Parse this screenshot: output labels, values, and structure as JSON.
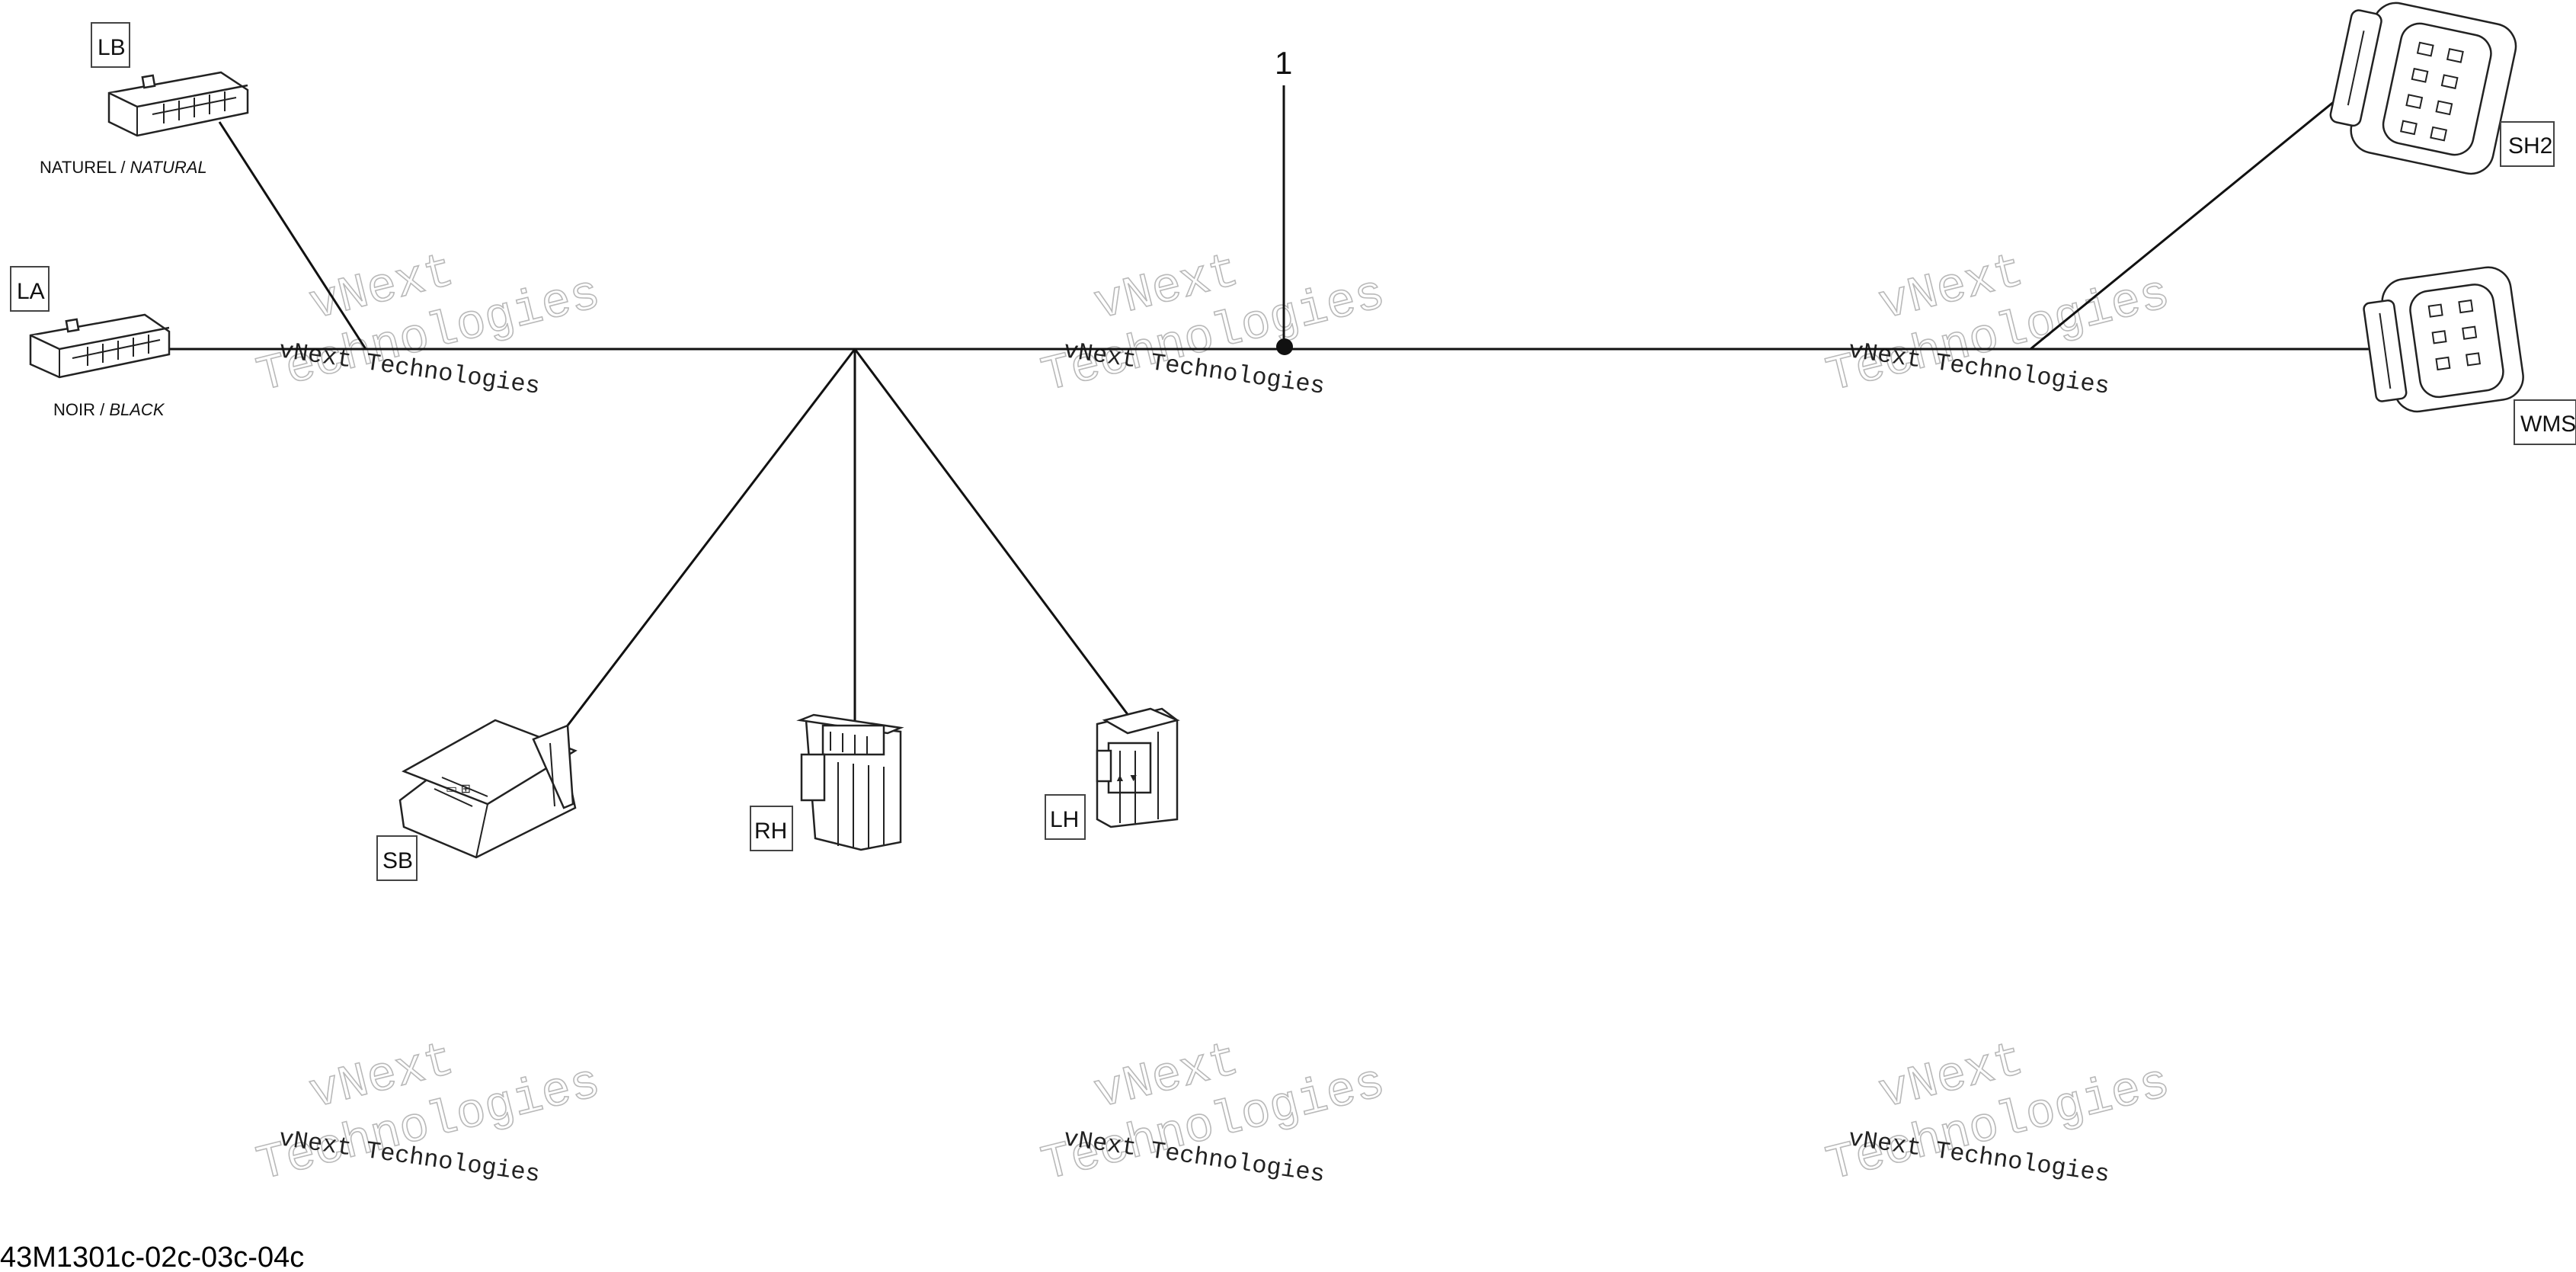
{
  "diagram": {
    "callout": "1",
    "part_number": "43M1301c-02c-03c-04c",
    "connectors": {
      "lb": {
        "label": "LB",
        "subtitle_fr": "NATUREL / ",
        "subtitle_en": "NATURAL"
      },
      "la": {
        "label": "LA",
        "subtitle_fr": "NOIR / ",
        "subtitle_en": "BLACK"
      },
      "sh2": {
        "label": "SH2"
      },
      "wms": {
        "label": "WMS"
      },
      "sb": {
        "label": "SB"
      },
      "rh": {
        "label": "RH"
      },
      "lh": {
        "label": "LH"
      }
    },
    "watermark": {
      "line1": "vNext Technologies",
      "outline1": "vNext",
      "outline2": "Technologies"
    }
  }
}
